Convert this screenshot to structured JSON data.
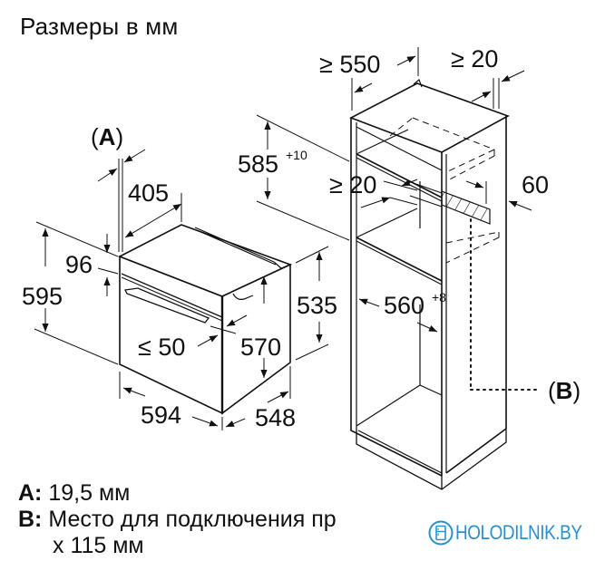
{
  "title": "Размеры в мм",
  "oven": {
    "labels": {
      "A_marker": "(A)",
      "width_top": "405",
      "panel_height": "96",
      "total_height": "595",
      "door_protrusion": "≤ 50",
      "body_height": "570",
      "front_width": "594",
      "depth": "548",
      "side_height": "535"
    }
  },
  "cabinet": {
    "labels": {
      "min_depth": "≥ 550",
      "min_back_gap": "≥ 20",
      "niche_height": "585",
      "niche_height_tol": "+10",
      "min_gap_inner": "≥ 20",
      "vent_depth": "60",
      "niche_width": "560",
      "niche_width_tol": "+8",
      "B_marker": "(B)"
    }
  },
  "notes": [
    {
      "key": "A:",
      "text": "19,5 мм"
    },
    {
      "key": "B:",
      "text": "Место для подключения пр",
      "continuation": "x 115 мм"
    }
  ],
  "watermark": {
    "text": "HOLODILNIK.BY",
    "icon": "fridge-icon",
    "color": "#2a8fd0"
  }
}
